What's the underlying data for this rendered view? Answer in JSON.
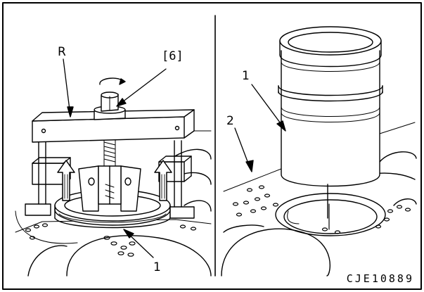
{
  "left_panel": {
    "label_r": "R",
    "label_tool": "[6]",
    "label_part": "1"
  },
  "right_panel": {
    "label_part_1": "1",
    "label_part_2": "2"
  },
  "figure_code": "CJE10889"
}
